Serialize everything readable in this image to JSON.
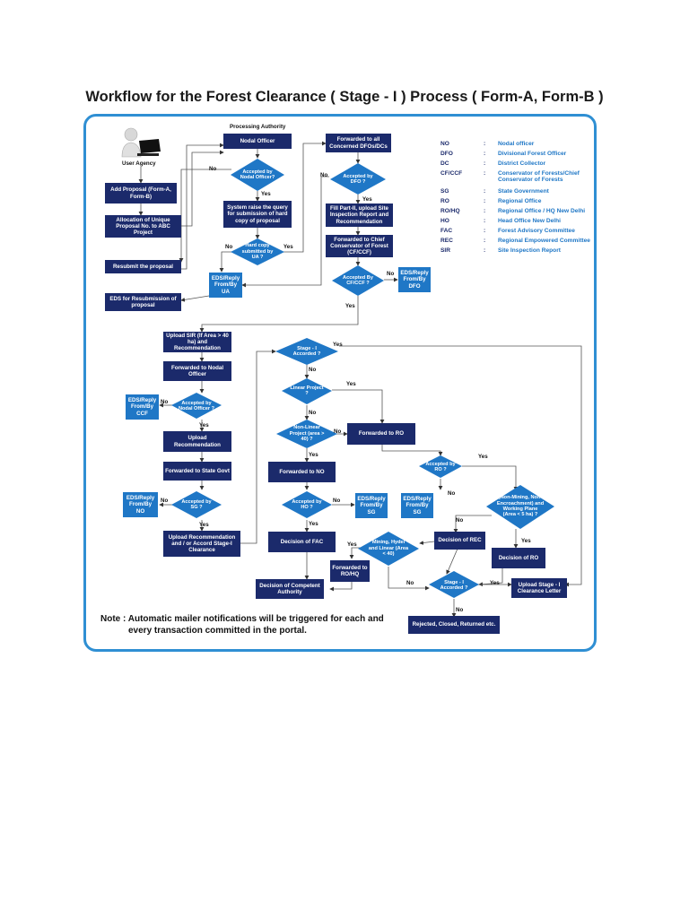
{
  "title": "Workflow for the Forest Clearance ( Stage - I ) Process ( Form-A, Form-B )",
  "processing_authority": "Processing Authority",
  "user_agency": "User Agency",
  "boxes": {
    "nodal_officer": "Nodal Officer",
    "add_proposal": "Add Proposal (Form-A, Form-B)",
    "allocation": "Allocation of Unique Proposal No. to ABC Project",
    "resubmit": "Resubmit the proposal",
    "eds_resubmission": "EDS for Resubmission of proposal",
    "system_raise": "System raise the query for submission of hard copy of proposal",
    "eds_ua": "EDS/Reply From/By UA",
    "forwarded_dfos": "Forwarded to all Concerned DFOs/DCs",
    "fill_part2": "Fill Part-II, upload Site Inspection Report and Recommendation",
    "forwarded_ccf": "Forwarded to Chief Conservator of Forest (CF/CCF)",
    "eds_dfo": "EDS/Reply From/By DFO",
    "upload_sir": "Upload SIR (If Area > 40 ha) and Recommendation",
    "fwd_nodal": "Forwarded to Nodal Officer",
    "eds_ccf": "EDS/Reply From/By CCF",
    "upload_rec": "Upload Recommendation",
    "fwd_state": "Forwarded to State Govt",
    "eds_no": "EDS/Reply From/By NO",
    "upload_accord": "Upload Recommendation and / or Accord Stage-I Clearance",
    "fwd_ro": "Forwarded to RO",
    "fwd_no": "Forwarded to NO",
    "eds_sg1": "EDS/Reply From/By SG",
    "eds_sg2": "EDS/Reply From/By SG",
    "decision_fac": "Decision of FAC",
    "fwd_roho": "Forwarded to RO/HQ",
    "decision_ca": "Decision of Competent Authority",
    "decision_rec": "Decision of REC",
    "decision_ro": "Decision of RO",
    "upload_letter": "Upload Stage - I Clearance Letter",
    "rejected": "Rejected, Closed, Returned etc."
  },
  "decisions": {
    "acc_nodal": "Accepted by Nodal Officer?",
    "hard_copy": "Hard copy submitted by UA ?",
    "acc_dfo": "Accepted by DFO ?",
    "acc_ccf": "Accepted By CF/CCF ?",
    "acc_nodal2": "Accepted by Nodal Officer ?",
    "acc_sg": "Accepted by SG ?",
    "stage1": "Stage - I Accorded ?",
    "linear": "Linear Project ?",
    "nonlinear": "Non-Linear Project (area > 40) ?",
    "acc_ho": "Accepted by HO ?",
    "mining": "Mining, Hydel and Linear (Area < 40)",
    "acc_ro": "Accepted by RO ?",
    "nonmining": "(Non-Mining, Non-Encroachment) and Working Plane (Area < 5 ha) ?",
    "stage1b": "Stage - I Accorded ?"
  },
  "labels": {
    "yes": "Yes",
    "no": "No"
  },
  "legend": [
    {
      "abbr": "NO",
      "colon": ":",
      "text": "Nodal officer"
    },
    {
      "abbr": "DFO",
      "colon": ":",
      "text": "Divisional Forest Officer"
    },
    {
      "abbr": "DC",
      "colon": ":",
      "text": "District Collector"
    },
    {
      "abbr": "CF/CCF",
      "colon": ":",
      "text": "Conservator of Forests/Chief Conservator of Forests"
    },
    {
      "abbr": "SG",
      "colon": ":",
      "text": "State Government"
    },
    {
      "abbr": "RO",
      "colon": ":",
      "text": "Regional Office"
    },
    {
      "abbr": "RO/HQ",
      "colon": ":",
      "text": "Regional Office / HQ New Delhi"
    },
    {
      "abbr": "HO",
      "colon": ":",
      "text": "Head Office New Delhi"
    },
    {
      "abbr": "FAC",
      "colon": ":",
      "text": "Forest Advisory Committee"
    },
    {
      "abbr": "REC",
      "colon": ":",
      "text": "Regional Empowered Committee"
    },
    {
      "abbr": "SIR",
      "colon": ":",
      "text": "Site Inspection Report"
    }
  ],
  "note": {
    "line1": "Note : Automatic mailer notifications will be triggered for each and",
    "line2": "every transaction committed in the portal."
  },
  "colors": {
    "box": "#1b2a6b",
    "decision": "#1f77c6",
    "frame": "#2f8fd3",
    "legend_text": "#1f77c6"
  }
}
